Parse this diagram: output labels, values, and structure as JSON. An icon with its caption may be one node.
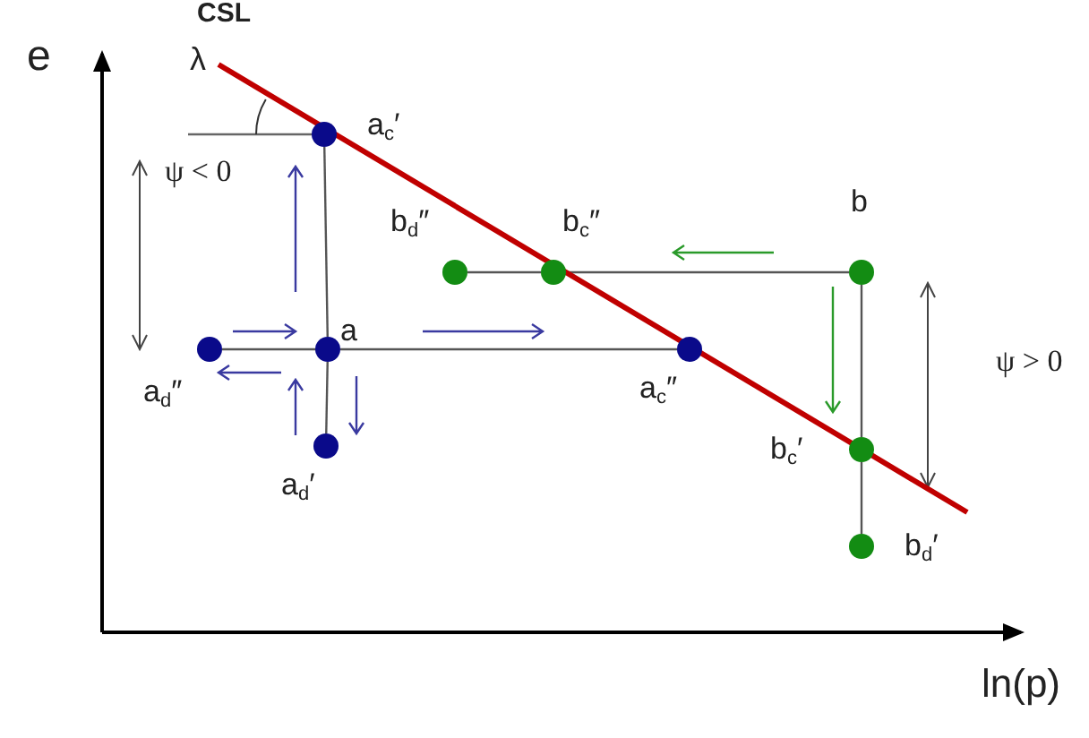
{
  "diagram": {
    "nodes": [
      {
        "text": [],
        "shape": "circle",
        "beside": [
          "a"
        ]
      },
      {
        "text": [],
        "shape": "circle",
        "beside": [
          "a$_{c}$′"
        ]
      },
      {
        "text": [],
        "shape": "circle",
        "beside": [
          "a$_{d}$″"
        ]
      },
      {
        "text": [],
        "shape": "circle",
        "beside": [
          "a$_{d}$′"
        ]
      },
      {
        "text": [],
        "shape": "circle",
        "beside": [
          "a$_{c}$″"
        ]
      },
      {
        "text": [],
        "shape": "circle",
        "beside": [
          "b"
        ]
      },
      {
        "text": [],
        "shape": "circle",
        "beside": [
          "b$_{c}$″"
        ]
      },
      {
        "text": [],
        "shape": "circle",
        "beside": [
          "b$_{d}$″"
        ]
      },
      {
        "text": [],
        "shape": "circle",
        "beside": [
          "b$_{c}$′"
        ]
      },
      {
        "text": [],
        "shape": "circle",
        "beside": [
          "b$_{d}$′"
        ]
      }
    ],
    "edges": [
      {
        "from": 0,
        "to": 1,
        "arrow": "none"
      },
      {
        "from": 0,
        "to": 2,
        "arrow": "none"
      },
      {
        "from": 0,
        "to": 3,
        "arrow": "none"
      },
      {
        "from": 0,
        "to": 4,
        "arrow": "none"
      },
      {
        "from": 5,
        "to": 6,
        "arrow": "none"
      },
      {
        "from": 6,
        "to": 7,
        "arrow": "none"
      },
      {
        "from": 5,
        "to": 8,
        "arrow": "none"
      },
      {
        "from": 8,
        "to": 9,
        "arrow": "none"
      }
    ],
    "labels": [
      "CSL",
      "λ",
      "e",
      "ψ < 0",
      "ψ > 0",
      "ln(p)"
    ]
  }
}
